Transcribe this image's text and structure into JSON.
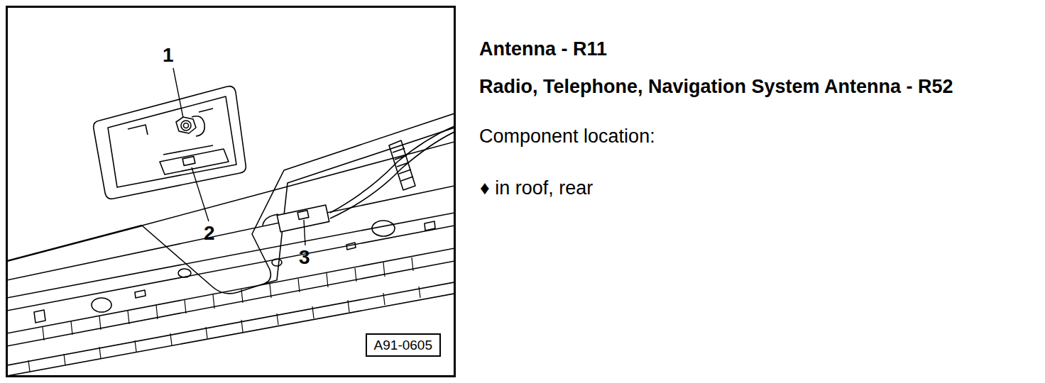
{
  "diagram": {
    "nodes": [
      {
        "text": [
          "A91-0605"
        ]
      }
    ],
    "labels": [
      "1",
      "2",
      "3",
      "Antenna - R11",
      "Radio, Telephone, Navigation System Antenna - R52",
      "Component location:",
      "♦ in roof, rear"
    ]
  }
}
